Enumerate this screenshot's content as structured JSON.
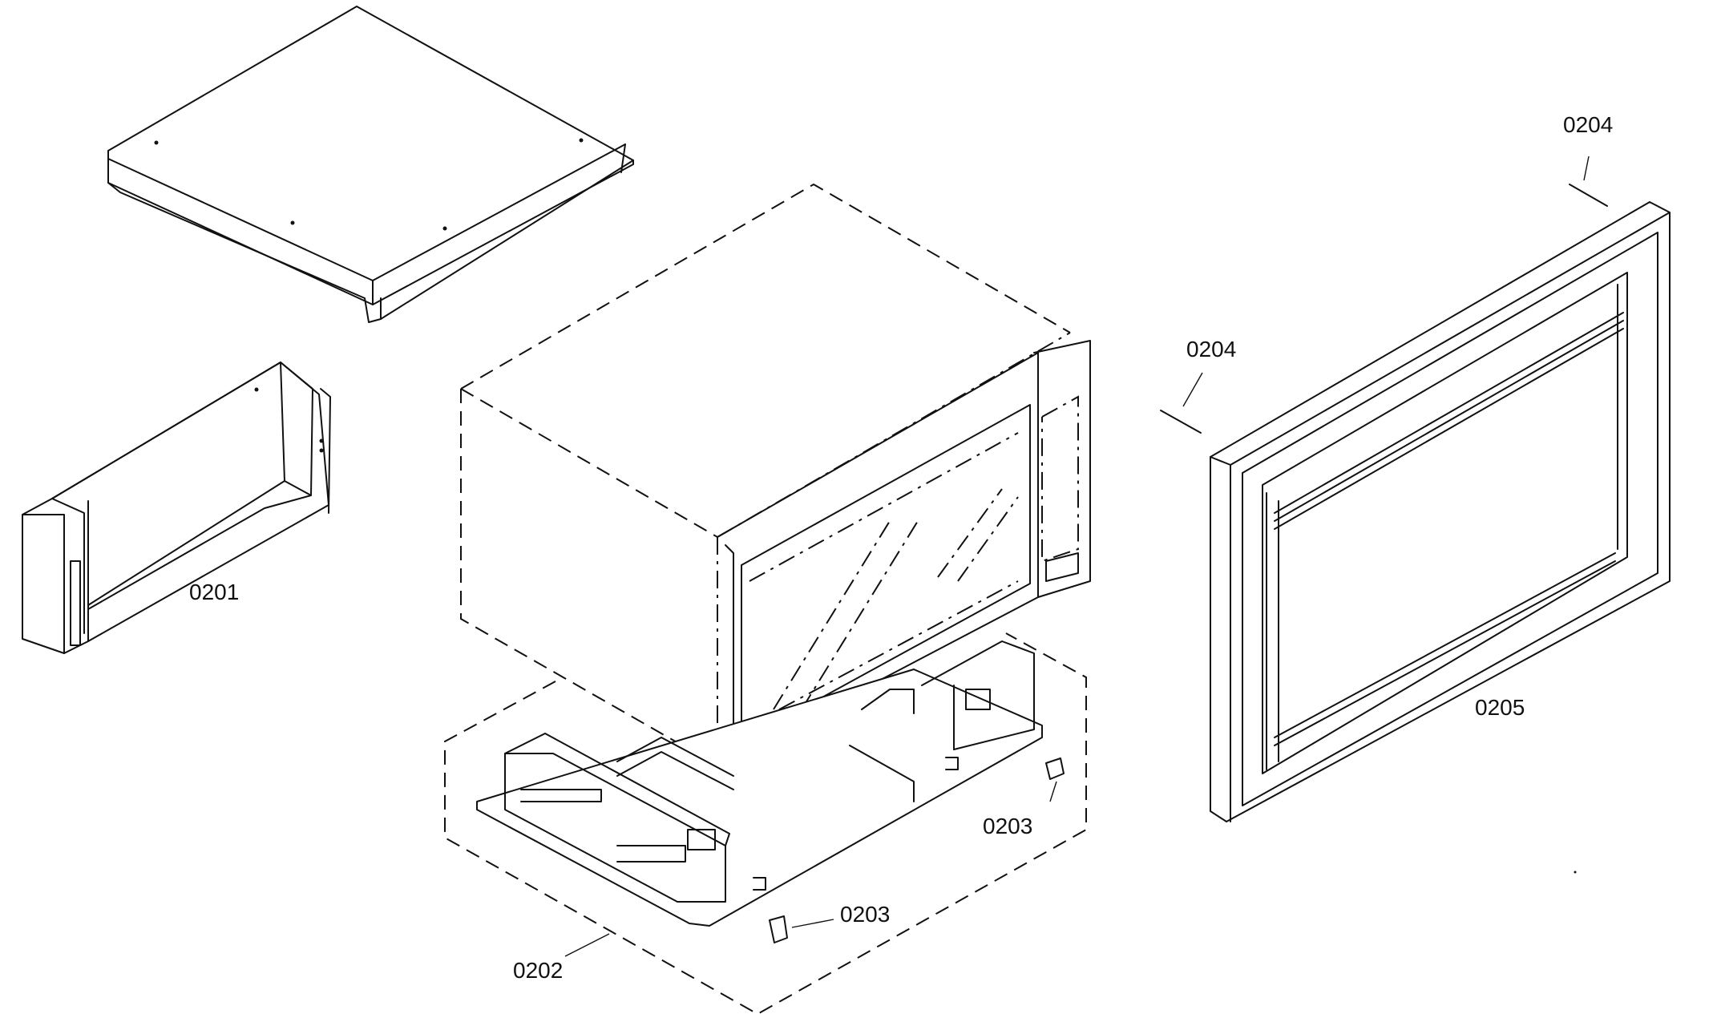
{
  "callouts": {
    "top_cover": "0201",
    "base_assembly": "0202",
    "clip_front": "0203",
    "clip_rear": "0203",
    "screw_top": "0204",
    "screw_left": "0204",
    "trim_frame": "0205"
  }
}
